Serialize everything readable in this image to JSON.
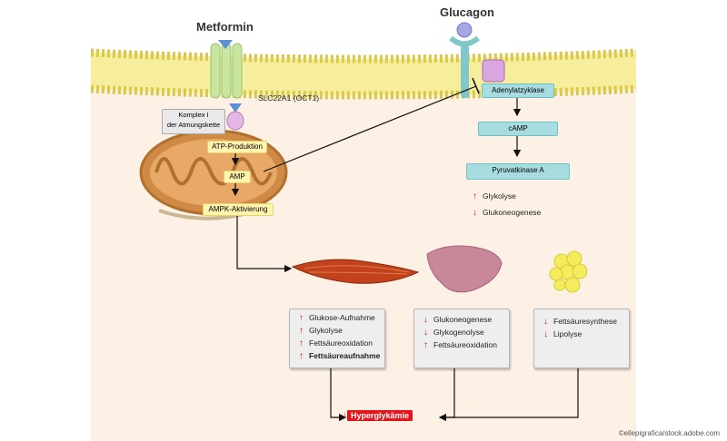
{
  "labels": {
    "metformin": "Metformin",
    "glucagon": "Glucagon",
    "transporter": "SLC22A1 (OCT1)",
    "complex_line1": "Komplex I",
    "complex_line2": "der Atmungskette",
    "atp": "ATP-Produktion",
    "amp": "AMP",
    "ampk": "AMPK-Aktivierung",
    "adenylate": "Adenylatzyklase",
    "camp": "cAMP",
    "pyruvate": "Pyruvatkinase A",
    "hyper": "Hyperglykämie"
  },
  "liver_effects": [
    {
      "arrow": "↑",
      "text": "Glykolyse"
    },
    {
      "arrow": "↓",
      "text": "Glukoneogenese"
    }
  ],
  "panels": {
    "muscle": [
      {
        "arrow": "↑",
        "text": "Glukose-Aufnahme",
        "bold": false
      },
      {
        "arrow": "↑",
        "text": "Glykolyse",
        "bold": false
      },
      {
        "arrow": "↑",
        "text": "Fettsäureoxidation",
        "bold": false
      },
      {
        "arrow": "↑",
        "text": "Fettsäureaufnahme",
        "bold": true
      }
    ],
    "liver": [
      {
        "arrow": "↓",
        "text": "Glukoneogenese",
        "bold": false
      },
      {
        "arrow": "↓",
        "text": "Glykogenolyse",
        "bold": false
      },
      {
        "arrow": "↑",
        "text": "Fettsäureoxidation",
        "bold": false
      }
    ],
    "fat": [
      {
        "arrow": "↓",
        "text": "Fettsäuresynthese",
        "bold": false
      },
      {
        "arrow": "↓",
        "text": "Lipolyse",
        "bold": false
      }
    ]
  },
  "credit": "©ellepigrafica/stock.adobe.com",
  "colors": {
    "membrane": "#f3e88a",
    "cell": "#fbeee2",
    "mito": "#d89b5c",
    "receptor": "#c8e6a0",
    "arrow_red": "#c8141b",
    "hyper_bg": "#e4141b"
  }
}
